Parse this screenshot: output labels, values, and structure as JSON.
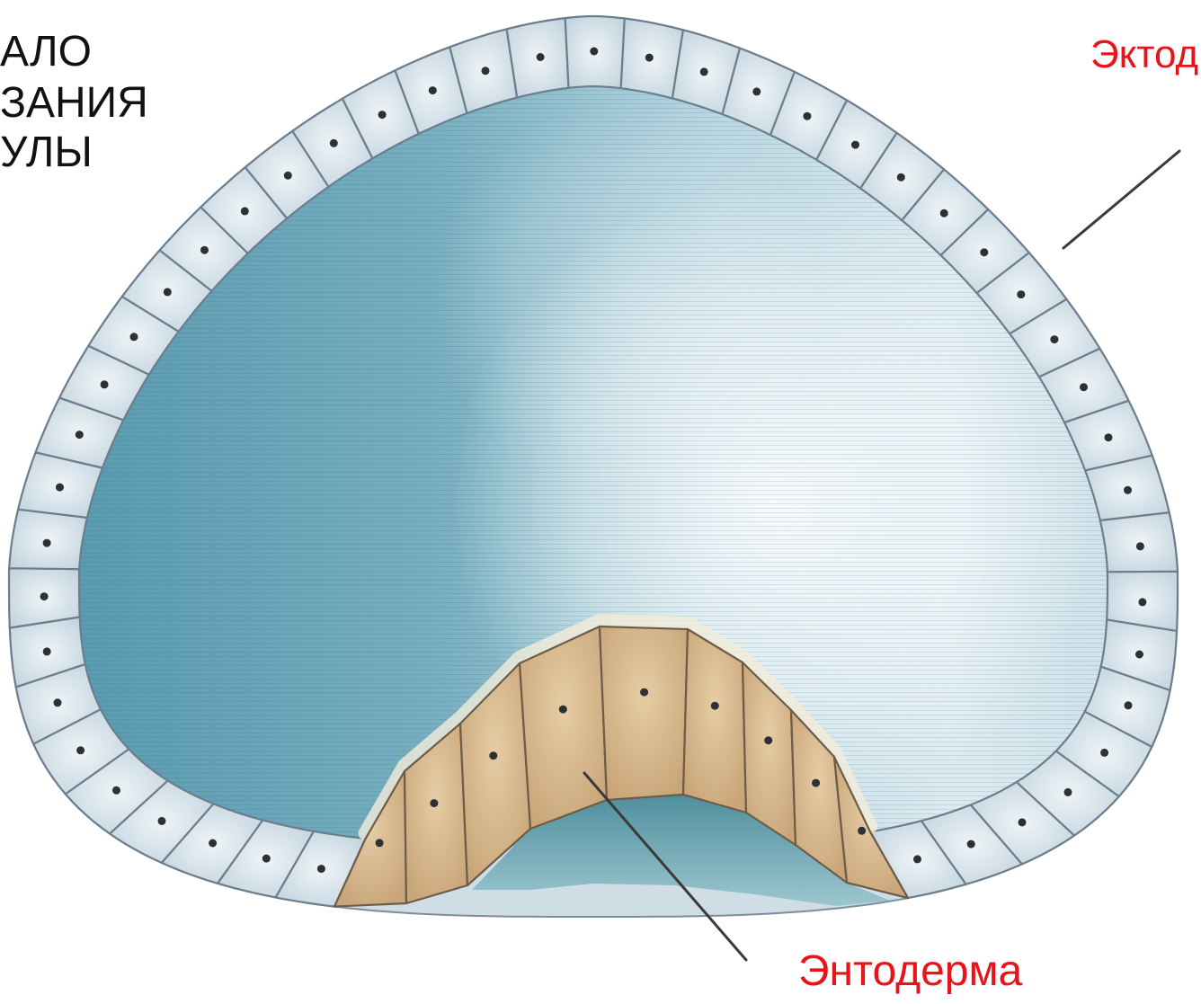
{
  "heading": {
    "lines": [
      "АЛО",
      "ЗАНИЯ",
      "УЛЫ"
    ]
  },
  "labels": {
    "ectoderm": "Эктод",
    "endoderm": "Энтодерма"
  },
  "colors": {
    "heading": "#111111",
    "label": "#e8141a",
    "ectoderm_cell": "#c5d5df",
    "ectoderm_cell_light": "#eef4f7",
    "endoderm_cell": "#c9a679",
    "endoderm_cell_light": "#e6cca5",
    "cavity_dark": "#5a9bb0",
    "cavity_light": "#dcebf0",
    "blastopore": "#4f8f9d"
  }
}
